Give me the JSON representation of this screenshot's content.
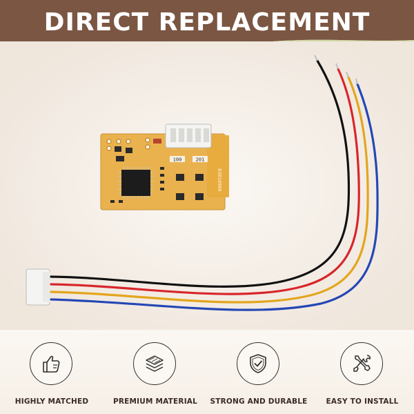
{
  "banner": {
    "headline": "Direct Replacement",
    "color": "#7a5643"
  },
  "board": {
    "silkscreen_top_left": "100",
    "silkscreen_top_right": "201",
    "silkscreen_vertical": "03010906"
  },
  "features": [
    {
      "icon": "thumbs-up-icon",
      "label": "HIGHLY MATCHED"
    },
    {
      "icon": "layers-icon",
      "label": "PREMIUM MATERIAL"
    },
    {
      "icon": "shield-check-icon",
      "label": "STRONG AND DURABLE"
    },
    {
      "icon": "tools-icon",
      "label": "EASY TO INSTALL"
    }
  ],
  "wire_colors": [
    "#111111",
    "#d8262b",
    "#e3a51c",
    "#2447b5"
  ]
}
